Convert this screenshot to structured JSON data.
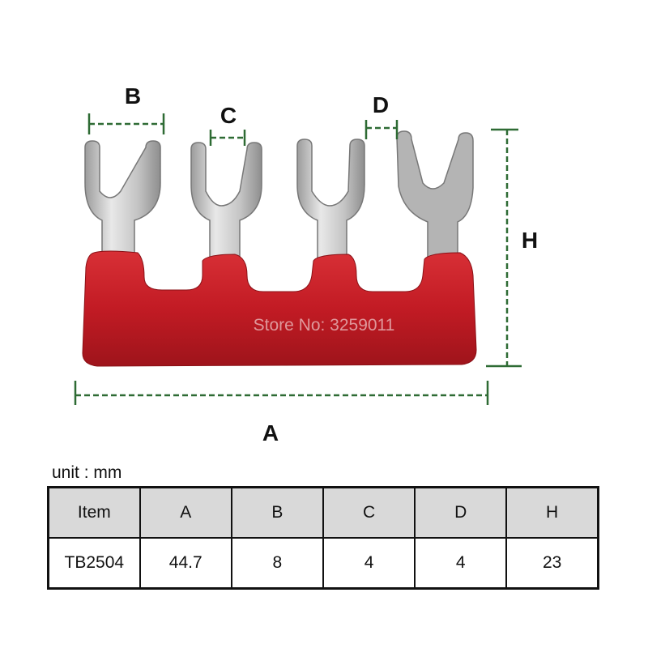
{
  "diagram": {
    "labels": {
      "b": "B",
      "c": "C",
      "d": "D",
      "h": "H",
      "a": "A"
    },
    "watermark": "Store No: 3259011",
    "colors": {
      "bar": "#c21b24",
      "metal": "#c6c6c6",
      "dimension": "#2e6b34"
    }
  },
  "table": {
    "unit_label": "unit : mm",
    "headers": [
      "Item",
      "A",
      "B",
      "C",
      "D",
      "H"
    ],
    "rows": [
      [
        "TB2504",
        "44.7",
        "8",
        "4",
        "4",
        "23"
      ]
    ]
  }
}
